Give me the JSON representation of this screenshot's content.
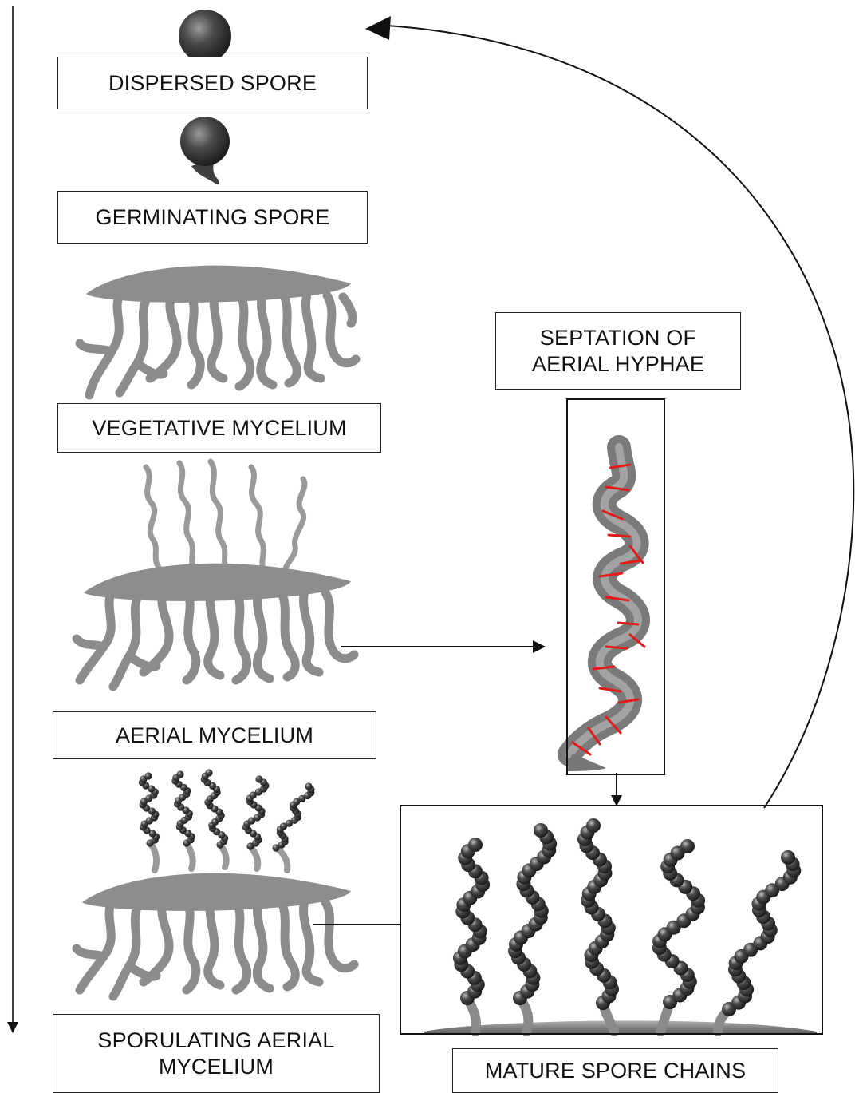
{
  "labels": {
    "dispersed_spore": "DISPERSED SPORE",
    "germinating_spore": "GERMINATING SPORE",
    "vegetative_mycelium": "VEGETATIVE MYCELIUM",
    "aerial_mycelium": "AERIAL MYCELIUM",
    "sporulating_line1": "SPORULATING AERIAL",
    "sporulating_line2": "MYCELIUM",
    "septation_line1": "SEPTATION OF",
    "septation_line2": "AERIAL HYPHAE",
    "mature_spore_chains": "MATURE SPORE CHAINS"
  },
  "colors": {
    "line": "#111111",
    "hypha": "#8a8a8a",
    "spore": "#3a3a3a",
    "septum": "#e01b1b"
  }
}
